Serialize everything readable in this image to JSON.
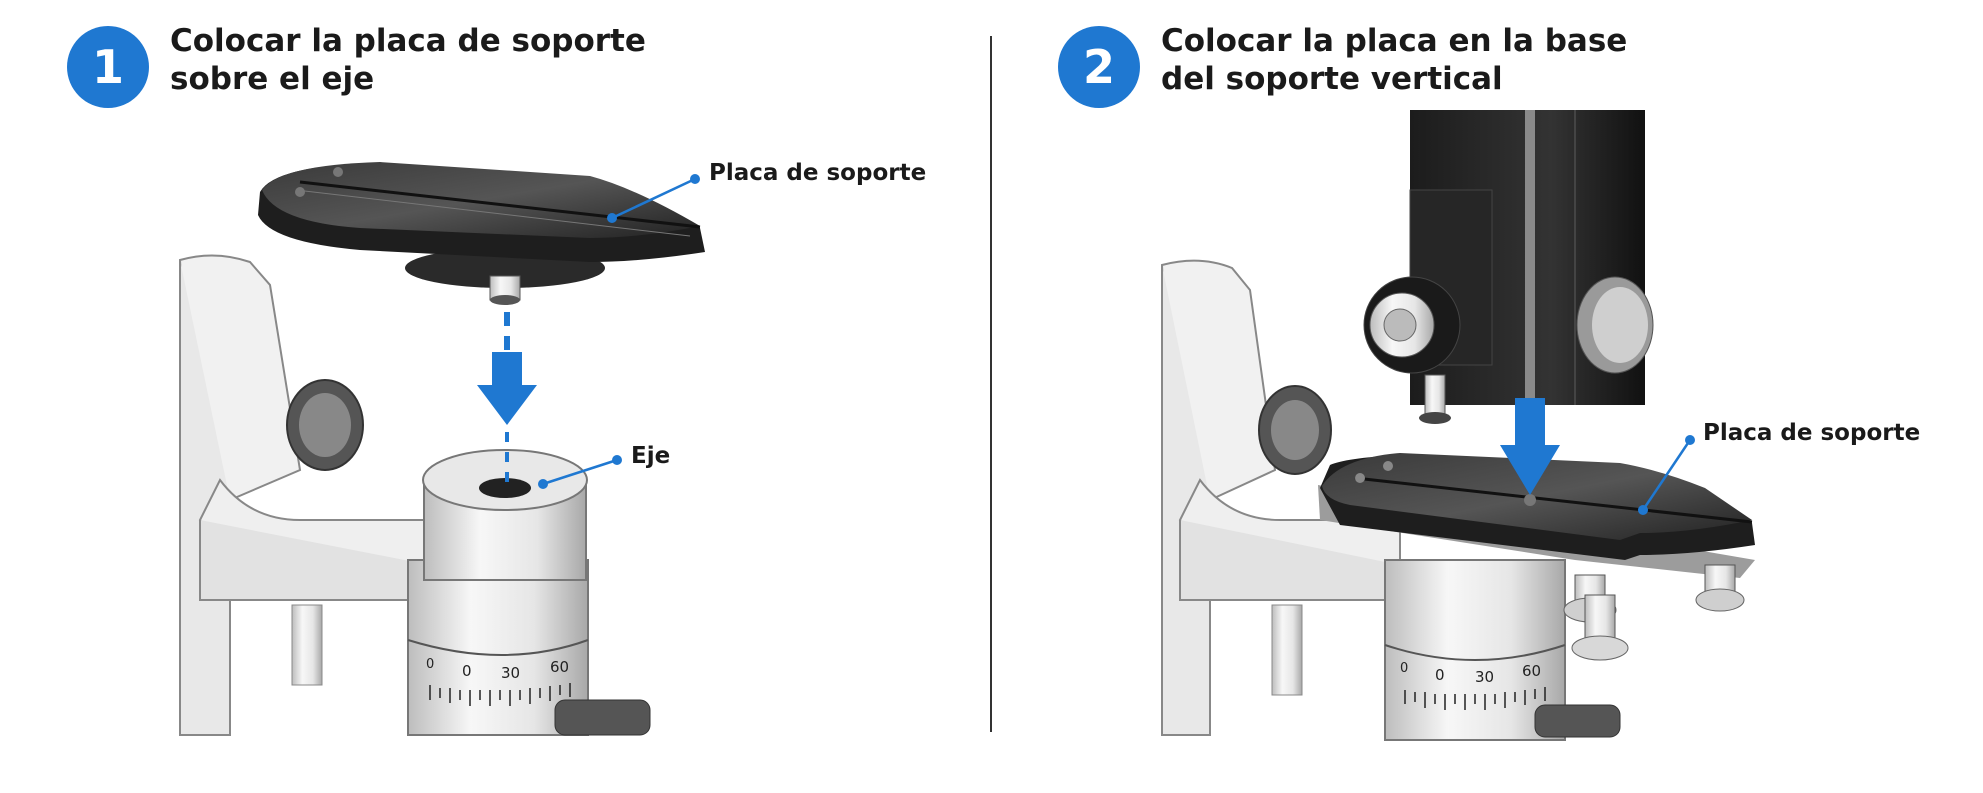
{
  "steps": [
    {
      "number": "1",
      "title_line1": "Colocar la placa de soporte",
      "title_line2": "sobre el eje",
      "callouts": {
        "plate": "Placa de soporte",
        "axis": "Eje"
      }
    },
    {
      "number": "2",
      "title_line1": "Colocar la placa en la base",
      "title_line2": "del soporte vertical",
      "callouts": {
        "plate": "Placa de soporte"
      }
    }
  ],
  "scale_ticks": [
    "0",
    "0",
    "30",
    "60"
  ],
  "scale_ticks_2": [
    "0",
    "0",
    "30",
    "60"
  ],
  "colors": {
    "accent": "#1f78d1",
    "plate": "#2b2b2b",
    "metal": "#d9d9d9",
    "body": "#f2f2f2"
  }
}
